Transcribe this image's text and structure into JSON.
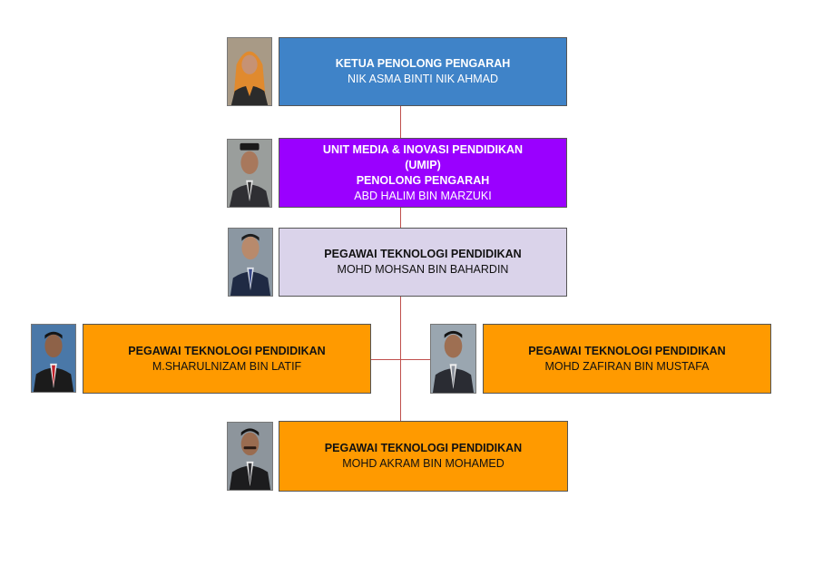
{
  "colors": {
    "blue": "#3f83c8",
    "purple": "#9a00ff",
    "lavender": "#dad3ea",
    "orange": "#ff9a00",
    "connector": "#c0504d"
  },
  "nodes": {
    "ketua": {
      "title": "KETUA PENOLONG PENGARAH",
      "name": "NIK ASMA BINTI NIK AHMAD"
    },
    "umip": {
      "title1": "UNIT MEDIA & INOVASI PENDIDIKAN",
      "title2": "(UMIP)",
      "title3": "PENOLONG PENGARAH",
      "name": "ABD HALIM BIN MARZUKI"
    },
    "mohsan": {
      "title": "PEGAWAI TEKNOLOGI PENDIDIKAN",
      "name": "MOHD MOHSAN BIN BAHARDIN"
    },
    "sharul": {
      "title": "PEGAWAI TEKNOLOGI PENDIDIKAN",
      "name": "M.SHARULNIZAM BIN LATIF"
    },
    "zafiran": {
      "title": "PEGAWAI TEKNOLOGI PENDIDIKAN",
      "name": "MOHD ZAFIRAN BIN MUSTAFA"
    },
    "akram": {
      "title": "PEGAWAI TEKNOLOGI PENDIDIKAN",
      "name": "MOHD AKRAM BIN MOHAMED"
    }
  }
}
